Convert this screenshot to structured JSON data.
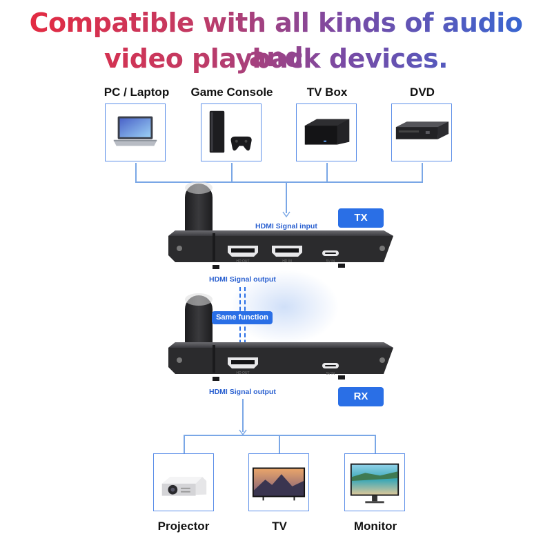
{
  "headline": {
    "line1": "Compatible with all kinds of audio and",
    "line2": "video playback devices."
  },
  "sources": [
    {
      "label": "PC / Laptop",
      "icon": "laptop-icon"
    },
    {
      "label": "Game Console",
      "icon": "game-console-icon"
    },
    {
      "label": "TV Box",
      "icon": "tv-box-icon"
    },
    {
      "label": "DVD",
      "icon": "dvd-player-icon"
    }
  ],
  "tx": {
    "tag": "TX",
    "input_label": "HDMI Signal input",
    "output_label": "HDMI Signal output",
    "ports": [
      "HD OUT",
      "HD IN",
      "5V IN"
    ]
  },
  "link": {
    "label": "Same function"
  },
  "rx": {
    "tag": "RX",
    "output_label": "HDMI Signal output",
    "ports": [
      "HD OUT",
      "5V IN"
    ]
  },
  "displays": [
    {
      "label": "Projector",
      "icon": "projector-icon"
    },
    {
      "label": "TV",
      "icon": "tv-icon"
    },
    {
      "label": "Monitor",
      "icon": "monitor-icon"
    }
  ],
  "colors": {
    "accent": "#2a6fe6",
    "box_border": "#5b8ee8",
    "wire": "#7aa7e6",
    "device_body": "#2b2b2d"
  }
}
